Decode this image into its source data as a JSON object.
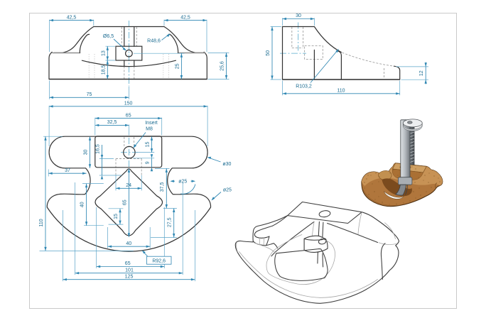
{
  "document": {
    "type": "CAD multi-view technical drawing of a clamp base part",
    "background": "#ffffff",
    "frame_color": "#c9c9c9"
  },
  "palette": {
    "part_outline": "#333333",
    "hidden_line": "#a0a0a0",
    "centerline": "#55aacd",
    "dimension_line": "#2e86b2",
    "dimension_text": "#186a90",
    "render_wood": "#b2773b",
    "render_wood_dark": "#8a5a25",
    "render_metal_light": "#d7dbde",
    "render_metal_dark": "#6a7076"
  },
  "views": {
    "front": {
      "title": "front view",
      "dims": {
        "w_top_left": "42,5",
        "w_top_right": "42,5",
        "hole": "Ø6,5",
        "radius": "R48,6",
        "boss_h": "13",
        "lower_h": "18,5",
        "h_right_inner": "25",
        "h_right_outer": "25,6",
        "half_width": "75"
      }
    },
    "side": {
      "title": "side view",
      "dims": {
        "top_w": "30",
        "height": "50",
        "radius": "R103,2",
        "length": "110",
        "rim_h": "12"
      }
    },
    "top": {
      "title": "top view",
      "dims": {
        "total_w": "150",
        "boss_w": "65",
        "half_boss": "32,5",
        "insert_line1": "Insert",
        "insert_line2": "M8",
        "bar_d": "30",
        "mid_16_5": "16,5",
        "hole_off": "15",
        "hole_off2": "9",
        "slot_w": "24",
        "edge_37": "37",
        "total_d": "110",
        "left_40": "40",
        "diamond_h": "65",
        "small_15": "15",
        "d37_5": "37,5",
        "d27_5": "27,5",
        "bot_40": "40",
        "bot_65": "65",
        "bot_101": "101",
        "bot_125": "125",
        "bot_radius": "R92,6",
        "notch_dia": "ø25",
        "lobe_dia": "ø25",
        "bar_end_dia": "ø30"
      }
    },
    "isometric": {
      "title": "isometric line view"
    },
    "render3d": {
      "title": "3D shaded render of part with clamp screw"
    }
  }
}
